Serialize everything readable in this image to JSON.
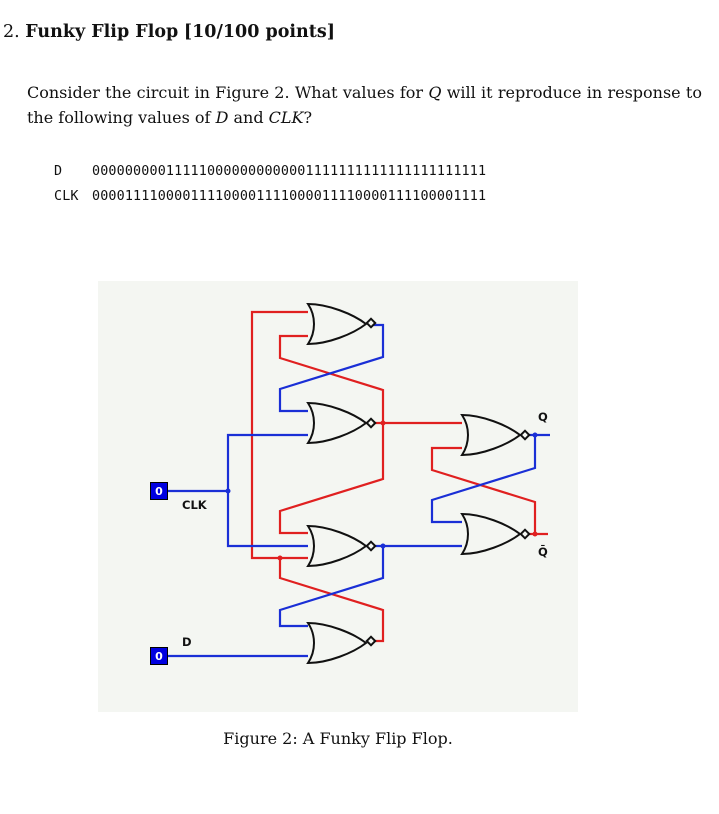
{
  "problem": {
    "number": "2.",
    "title": "Funky Flip Flop",
    "points": "[10/100 points]"
  },
  "prompt": {
    "part1": "Consider the circuit in Figure 2. What values for ",
    "var_q": "Q",
    "part2": " will it reproduce in response to the following values of ",
    "var_d": "D",
    "part3": " and ",
    "var_clk": "CLK",
    "part4": "?"
  },
  "signals": [
    {
      "name": "D",
      "values": "000000000111110000000000001111111111111111111111"
    },
    {
      "name": "CLK",
      "values": "000011110000111100001111000011110000111100001111"
    }
  ],
  "figure": {
    "caption": "Figure 2: A Funky Flip Flop.",
    "inputs": [
      {
        "label": "CLK",
        "value": "0"
      },
      {
        "label": "D",
        "value": "0"
      }
    ],
    "outputs": [
      {
        "label": "Q"
      },
      {
        "label": "Q̄"
      }
    ],
    "colors": {
      "wire_high": "#e02020",
      "wire_low": "#1a2fd6",
      "input_box": "#0000e0",
      "gate_stroke": "#111111",
      "background": "#f4f6f2"
    },
    "gate_type": "NOR"
  }
}
